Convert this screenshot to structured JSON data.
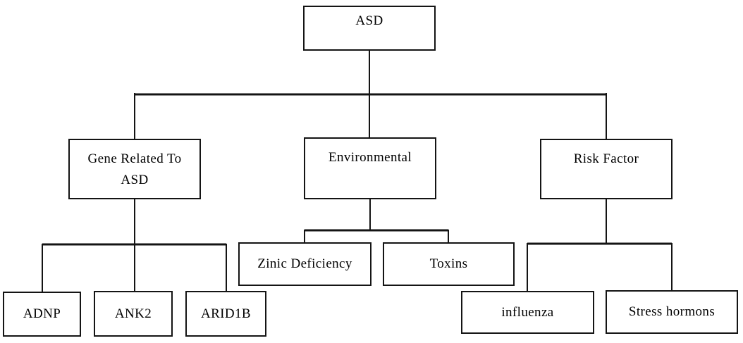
{
  "diagram": {
    "type": "tree",
    "background": "#ffffff",
    "line_color": "#141414",
    "box_border_color": "#141414",
    "text_color": "#000000",
    "nodes": {
      "asd": {
        "label": "ASD"
      },
      "gene_related": {
        "line1": "Gene Related To",
        "line2": "ASD"
      },
      "environmental": {
        "label": "Environmental"
      },
      "risk_factor": {
        "label": "Risk Factor"
      },
      "adnp": {
        "label": "ADNP"
      },
      "ank2": {
        "label": "ANK2"
      },
      "arid1b": {
        "label": "ARID1B"
      },
      "zinc_deficiency": {
        "label": "Zinic Deficiency"
      },
      "toxins": {
        "label": "Toxins"
      },
      "influenza": {
        "label": "influenza"
      },
      "stress_hormones": {
        "label": "Stress hormons"
      }
    },
    "edges": [
      {
        "from": "ASD",
        "to": "Gene Related To ASD"
      },
      {
        "from": "ASD",
        "to": "Environmental"
      },
      {
        "from": "ASD",
        "to": "Risk Factor"
      },
      {
        "from": "Gene Related To ASD",
        "to": "ADNP"
      },
      {
        "from": "Gene Related To ASD",
        "to": "ANK2"
      },
      {
        "from": "Gene Related To ASD",
        "to": "ARID1B"
      },
      {
        "from": "Environmental",
        "to": "Zinic Deficiency"
      },
      {
        "from": "Environmental",
        "to": "Toxins"
      },
      {
        "from": "Risk Factor",
        "to": "influenza"
      },
      {
        "from": "Risk Factor",
        "to": "Stress hormons"
      }
    ]
  }
}
